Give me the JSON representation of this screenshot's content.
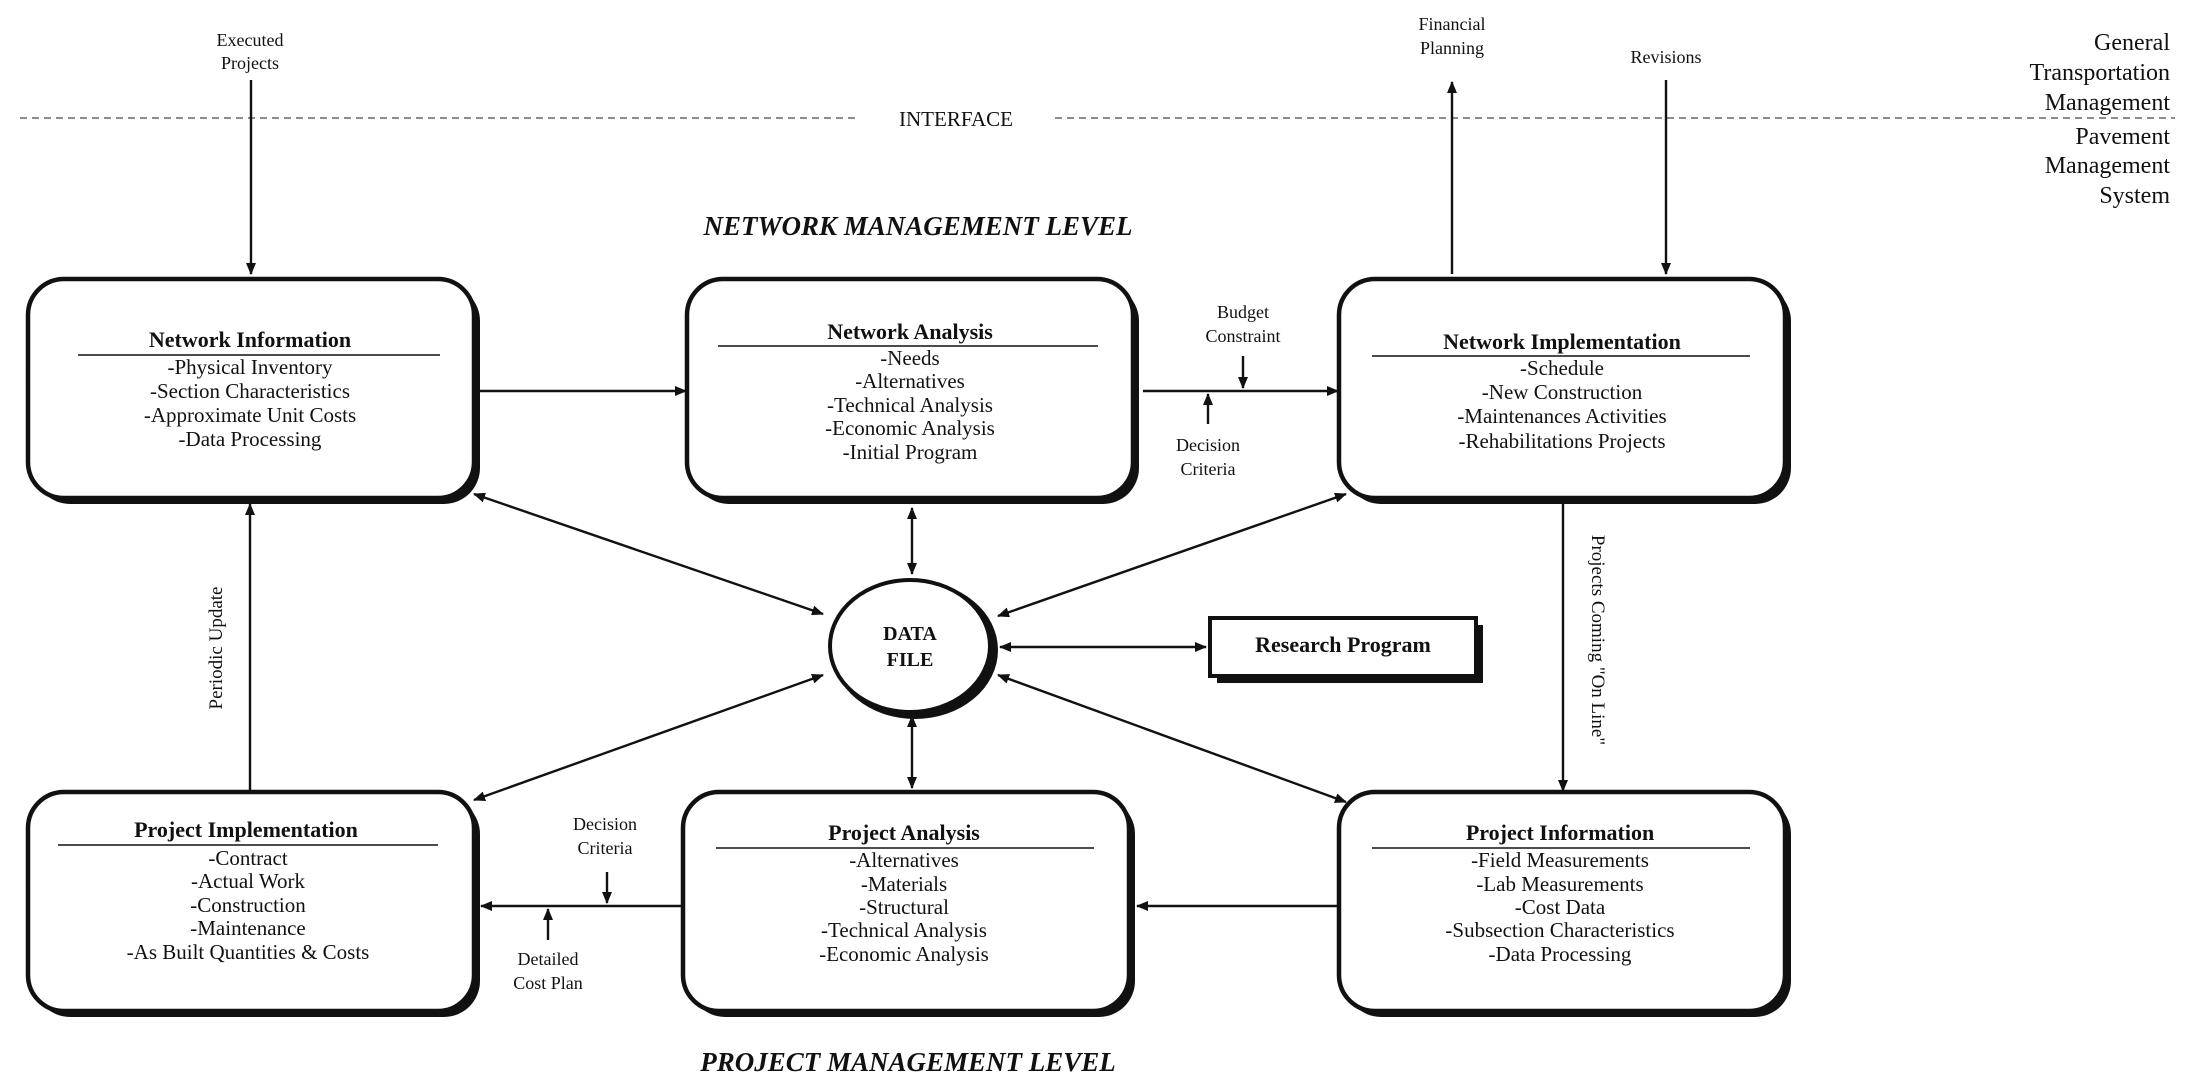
{
  "interface": "INTERFACE",
  "side_labels": {
    "upper": [
      "General",
      "Transportation",
      "Management"
    ],
    "lower": [
      "Pavement",
      "Management",
      "System"
    ]
  },
  "levels": {
    "network": "NETWORK MANAGEMENT LEVEL",
    "project": "PROJECT MANAGEMENT LEVEL"
  },
  "external": {
    "executed": [
      "Executed",
      "Projects"
    ],
    "financial": [
      "Financial",
      "Planning"
    ],
    "revisions": "Revisions"
  },
  "boxes": {
    "network_information": {
      "title": "Network Information",
      "items": [
        "-Physical Inventory",
        "-Section Characteristics",
        "-Approximate Unit Costs",
        "-Data Processing"
      ]
    },
    "network_analysis": {
      "title": "Network Analysis",
      "items": [
        "-Needs",
        "-Alternatives",
        "-Technical Analysis",
        "-Economic Analysis",
        "-Initial Program"
      ]
    },
    "network_implementation": {
      "title": "Network Implementation",
      "items": [
        "-Schedule",
        "-New Construction",
        "-Maintenances Activities",
        "-Rehabilitations Projects"
      ]
    },
    "project_implementation": {
      "title": "Project Implementation",
      "items": [
        "-Contract",
        "-Actual Work",
        "-Construction",
        "-Maintenance",
        "-As Built Quantities & Costs"
      ]
    },
    "project_analysis": {
      "title": "Project Analysis",
      "items": [
        "-Alternatives",
        "-Materials",
        "-Structural",
        "-Technical Analysis",
        "-Economic Analysis"
      ]
    },
    "project_information": {
      "title": "Project Information",
      "items": [
        "-Field Measurements",
        "-Lab Measurements",
        "-Cost Data",
        "-Subsection Characteristics",
        "-Data Processing"
      ]
    }
  },
  "data_file": [
    "DATA",
    "FILE"
  ],
  "research_program": "Research Program",
  "flow_labels": {
    "budget_constraint": [
      "Budget",
      "Constraint"
    ],
    "decision_criteria_top": [
      "Decision",
      "Criteria"
    ],
    "projects_online": "Projects Coming \"On Line\"",
    "periodic_update": "Periodic Update",
    "decision_criteria_bottom": [
      "Decision",
      "Criteria"
    ],
    "detailed_cost_plan": [
      "Detailed",
      "Cost Plan"
    ]
  }
}
